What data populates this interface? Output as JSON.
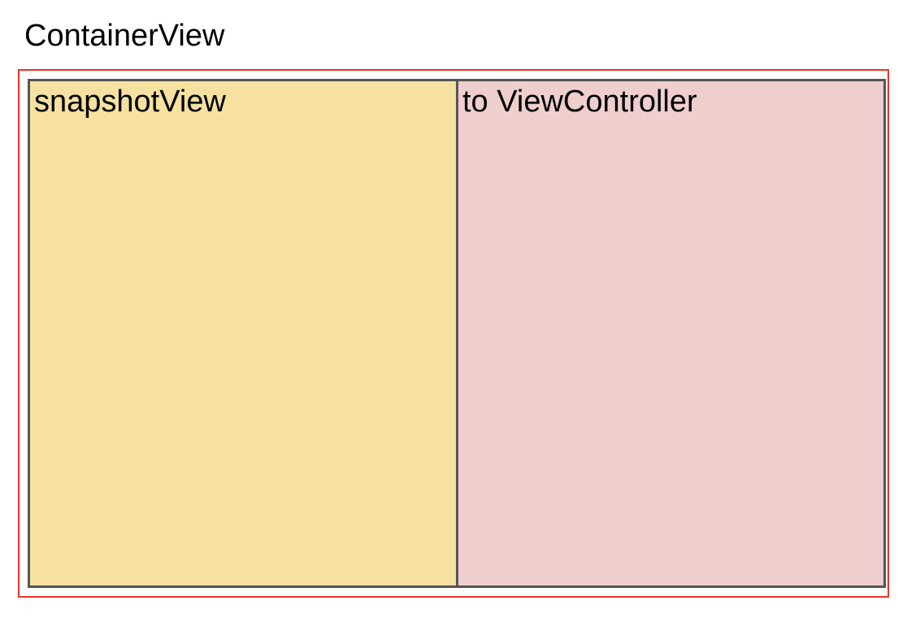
{
  "page": {
    "title": "ContainerView",
    "background_color": "#ffffff",
    "text_color": "#000000"
  },
  "container_frame": {
    "name": "ContainerView",
    "border_color": "#e8352a",
    "inner_border_color": "#555555"
  },
  "views": [
    {
      "label": "snapshotView",
      "background_color": "#f6e1a0",
      "border_color": "#555555"
    },
    {
      "label": "to ViewController",
      "background_color": "#eecfce",
      "border_color": "#555555"
    }
  ]
}
